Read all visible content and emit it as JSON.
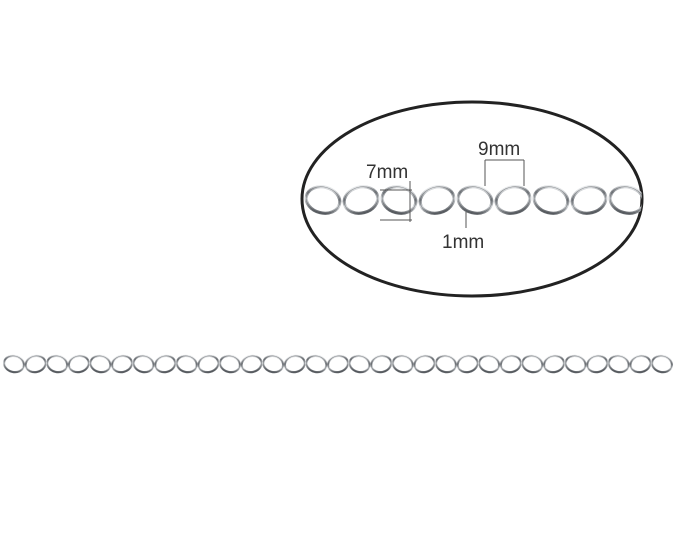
{
  "product": {
    "measurements": {
      "link_length": "9mm",
      "link_width": "7mm",
      "wire_thickness": "1mm"
    }
  },
  "colors": {
    "background": "#ffffff",
    "ellipse_outline": "#222222",
    "metal": "#8f9397",
    "label_text": "#333333"
  }
}
